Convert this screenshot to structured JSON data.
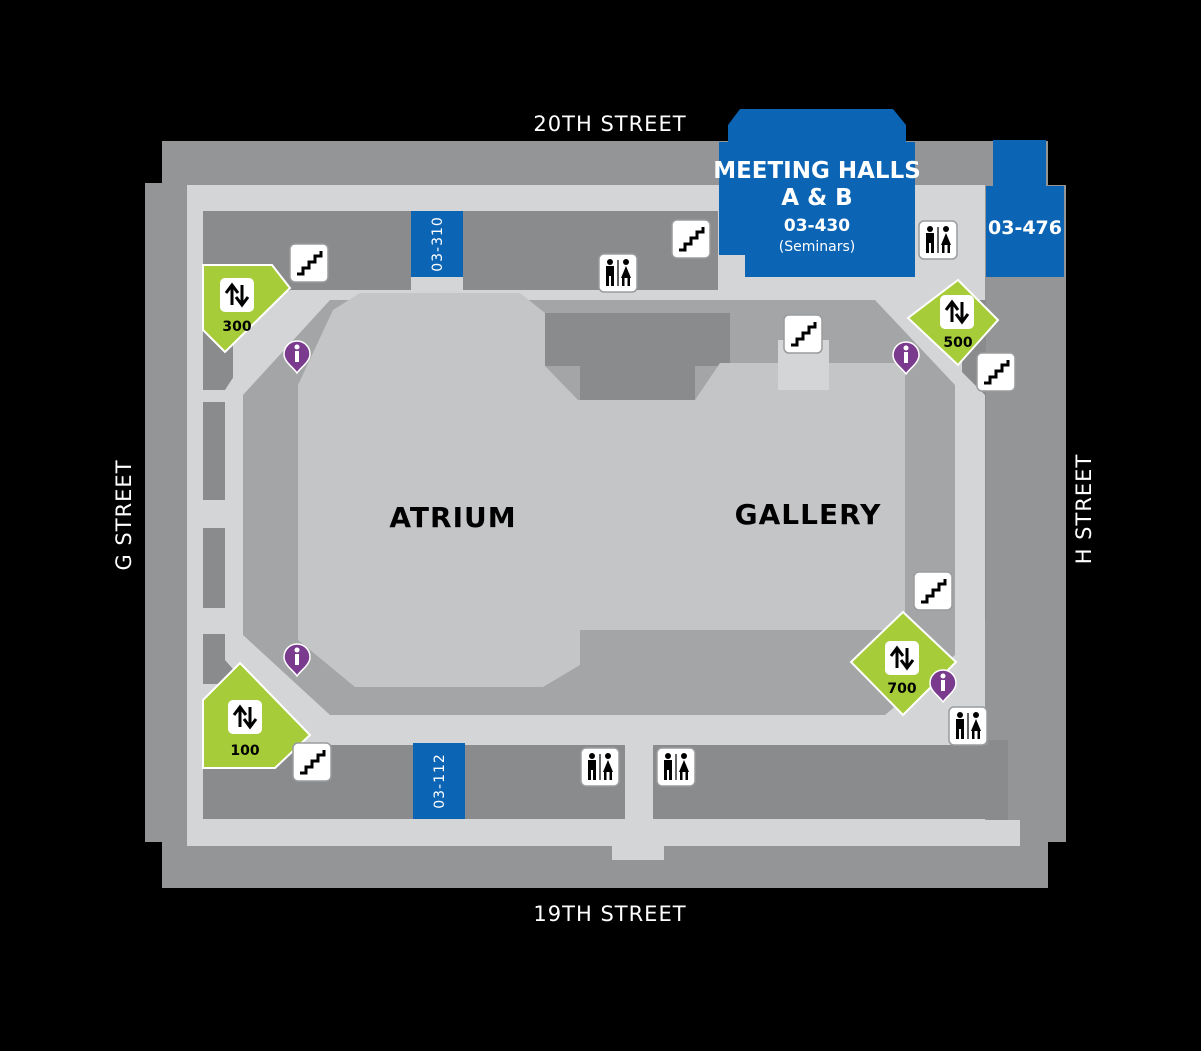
{
  "streets": {
    "north": "20TH STREET",
    "south": "19TH STREET",
    "west": "G STREET",
    "east": "H STREET"
  },
  "zones": {
    "atrium": "ATRIUM",
    "gallery": "GALLERY"
  },
  "rooms": {
    "r03_310": "03-310",
    "r03_112": "03-112",
    "r03_476": "03-476",
    "meeting_halls": {
      "line1": "MEETING HALLS",
      "line2": "A & B",
      "number": "03-430",
      "note": "(Seminars)"
    }
  },
  "elevators": {
    "e300": "300",
    "e500": "500",
    "e100": "100",
    "e700": "700"
  },
  "icons": {
    "stairs": "stairs-icon",
    "restroom": "restroom-icon",
    "elevator": "elevator-icon",
    "info": "info-icon"
  },
  "colors": {
    "background": "#000000",
    "building_outer": "#949597",
    "corridor": "#d4d5d7",
    "atrium_floor": "#c4c5c7",
    "dark_room": "#8a8b8d",
    "room_blue": "#0b64b4",
    "elevator_green": "#a6cc39",
    "info_purple": "#7a3b8f"
  }
}
